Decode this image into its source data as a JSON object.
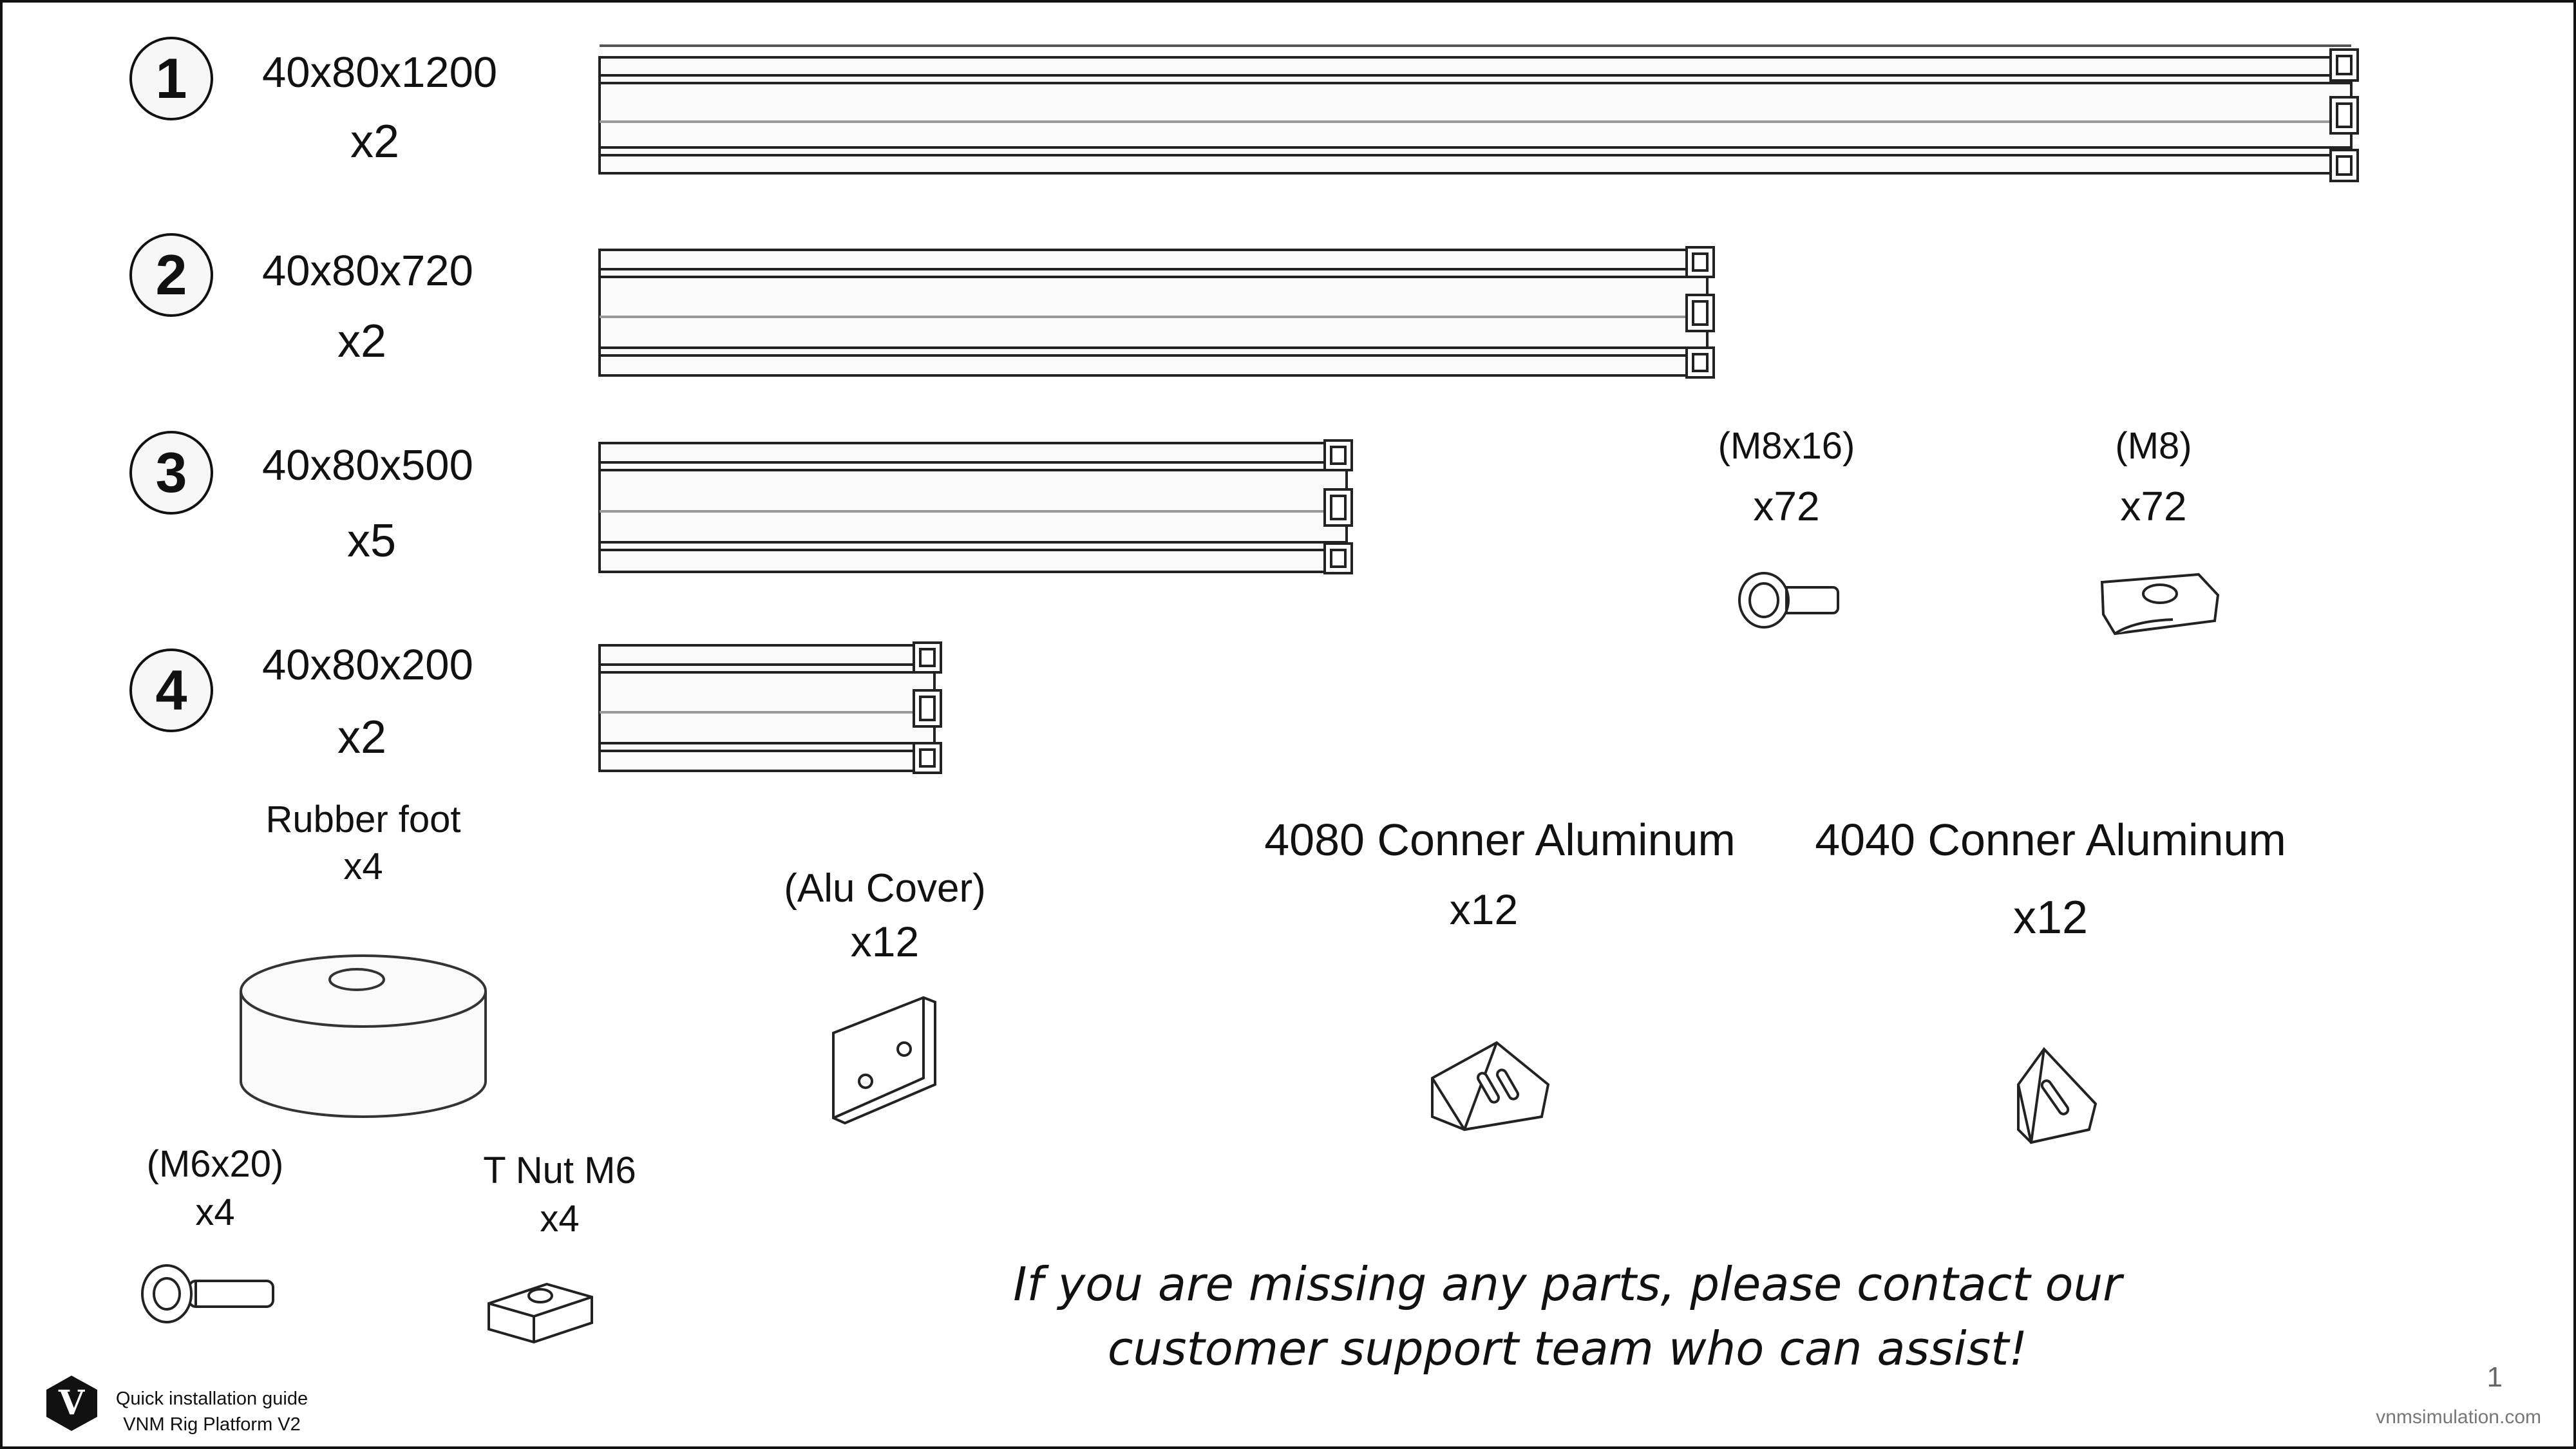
{
  "profiles": [
    {
      "number": "1",
      "size": "40x80x1200",
      "qty": "x2"
    },
    {
      "number": "2",
      "size": "40x80x720",
      "qty": "x2"
    },
    {
      "number": "3",
      "size": "40x80x500",
      "qty": "x5"
    },
    {
      "number": "4",
      "size": "40x80x200",
      "qty": "x2"
    }
  ],
  "hardware": {
    "bolt_m8": {
      "label": "(M8x16)",
      "qty": "x72",
      "icon": "bolt-icon"
    },
    "tnut_m8": {
      "label": "(M8)",
      "qty": "x72",
      "icon": "t-nut-icon"
    },
    "rubber_foot": {
      "label": "Rubber foot",
      "qty": "x4",
      "icon": "rubber-foot-icon"
    },
    "alu_cover": {
      "label": "(Alu Cover)",
      "qty": "x12",
      "icon": "cover-plate-icon"
    },
    "corner_4080": {
      "label": "4080 Conner Aluminum",
      "qty": "x12",
      "icon": "corner-bracket-icon"
    },
    "corner_4040": {
      "label": "4040 Conner Aluminum",
      "qty": "x12",
      "icon": "corner-bracket-icon"
    },
    "bolt_m6": {
      "label": "(M6x20)",
      "qty": "x4",
      "icon": "bolt-icon"
    },
    "tnut_m6": {
      "label": "T Nut M6",
      "qty": "x4",
      "icon": "t-nut-icon"
    }
  },
  "notice": {
    "line1": "If you are missing any parts, please contact our",
    "line2": "customer support team who can assist!"
  },
  "footer": {
    "logo_letter": "V",
    "guide_line1": "Quick installation guide",
    "guide_line2": "VNM Rig Platform V2",
    "page_number": "1",
    "website": "vnmsimulation.com"
  }
}
